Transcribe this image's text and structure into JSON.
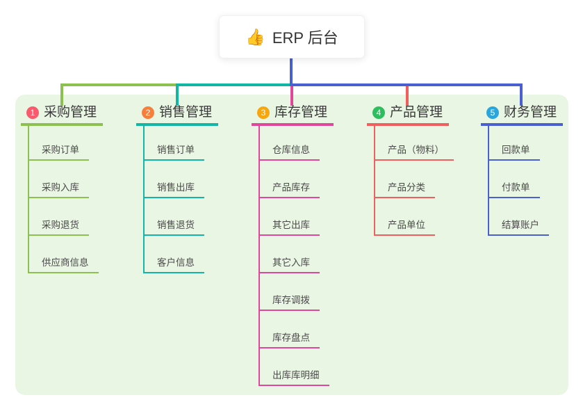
{
  "root": {
    "icon": "👍",
    "label": "ERP 后台"
  },
  "colors": {
    "trunk": "#4a5fd0",
    "panel_bg": "#eaf6e4",
    "root_bg": "#ffffff"
  },
  "branches": [
    {
      "num": "1",
      "label": "采购管理",
      "color": "#8cc152",
      "badge_color": "#f75b6d",
      "items": [
        "采购订单",
        "采购入库",
        "采购退货",
        "供应商信息"
      ]
    },
    {
      "num": "2",
      "label": "销售管理",
      "color": "#13b5a5",
      "badge_color": "#f67f3b",
      "items": [
        "销售订单",
        "销售出库",
        "销售退货",
        "客户信息"
      ]
    },
    {
      "num": "3",
      "label": "库存管理",
      "color": "#e0479a",
      "badge_color": "#f7a60e",
      "items": [
        "仓库信息",
        "产品库存",
        "其它出库",
        "其它入库",
        "库存调拨",
        "库存盘点",
        "出库库明细"
      ]
    },
    {
      "num": "4",
      "label": "产品管理",
      "color": "#f15e5e",
      "badge_color": "#2ebd5f",
      "items": [
        "产品（物料）",
        "产品分类",
        "产品单位"
      ]
    },
    {
      "num": "5",
      "label": "财务管理",
      "color": "#4a5fd0",
      "badge_color": "#2ba6dc",
      "items": [
        "回款单",
        "付款单",
        "结算账户"
      ]
    }
  ]
}
